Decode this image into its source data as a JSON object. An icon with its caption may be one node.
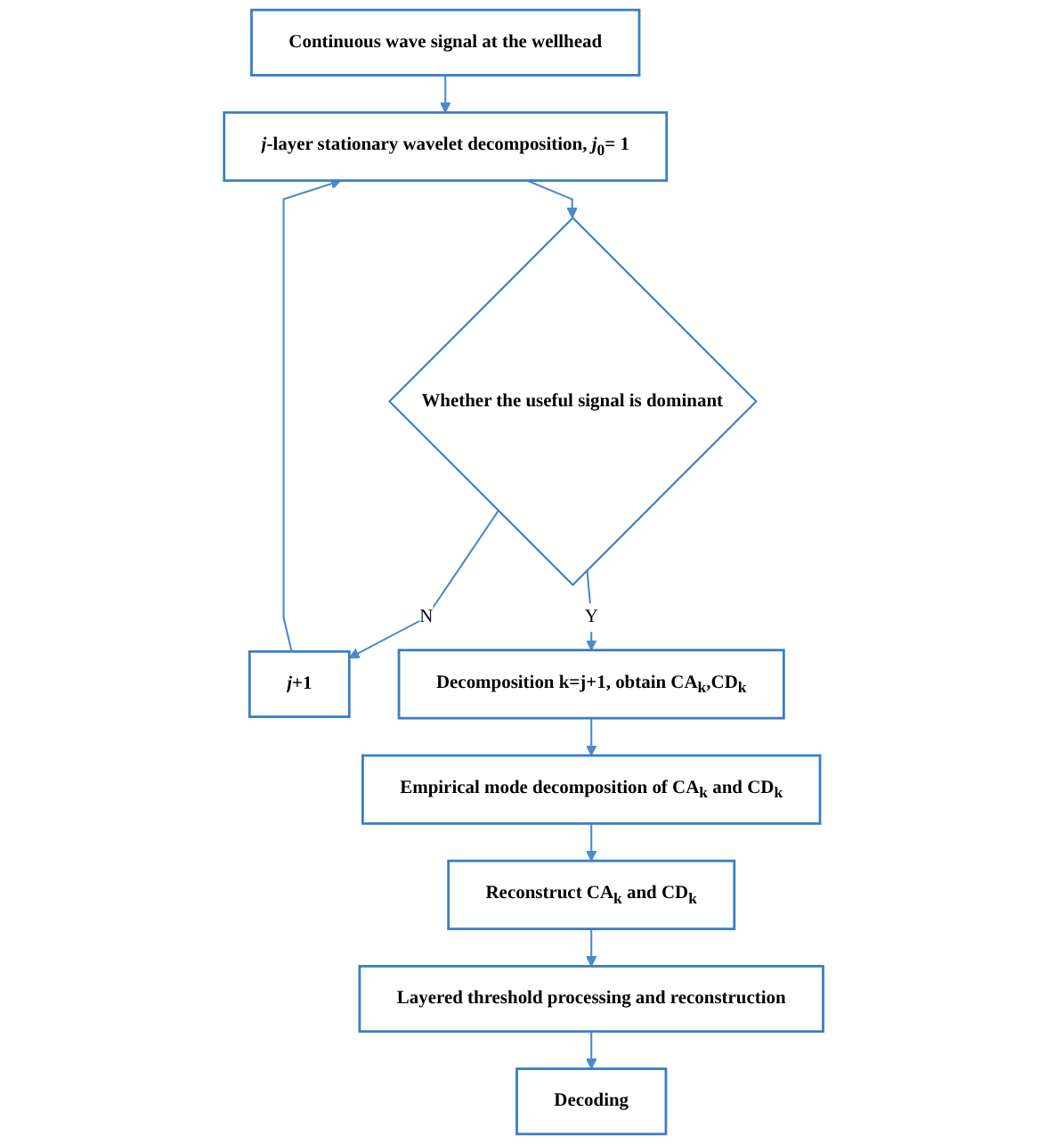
{
  "diagram": {
    "nodes": [
      {
        "text": [
          "Continuous wave signal at the wellhead"
        ]
      },
      {
        "text": [
          "*j*-layer stationary wavelet decomposition, *j*$_{0}$= 1"
        ]
      },
      {
        "text": [
          "Whether the useful signal is dominant"
        ]
      },
      {
        "text": [
          "*j*+1"
        ]
      },
      {
        "text": [
          "Decomposition k=j+1, obtain CA$_{k}$,CD$_{k}$"
        ]
      },
      {
        "text": [
          "Empirical mode decomposition of CA$_{k}$ and CD$_{k}$"
        ]
      },
      {
        "text": [
          "Reconstruct CA$_{k}$ and CD$_{k}$"
        ]
      },
      {
        "text": [
          "Layered threshold processing and reconstruction"
        ]
      },
      {
        "text": [
          "Decoding"
        ]
      }
    ],
    "edges": [
      {
        "from": 0,
        "to": 1,
        "arrow": "to"
      },
      {
        "from": 1,
        "to": 2,
        "arrow": "to"
      },
      {
        "from": 2,
        "to": 3,
        "arrow": "to",
        "label": "N"
      },
      {
        "from": 3,
        "to": 1,
        "arrow": "to"
      },
      {
        "from": 2,
        "to": 4,
        "arrow": "to",
        "label": "Y"
      },
      {
        "from": 4,
        "to": 5,
        "arrow": "to"
      },
      {
        "from": 5,
        "to": 6,
        "arrow": "to"
      },
      {
        "from": 6,
        "to": 7,
        "arrow": "to"
      },
      {
        "from": 7,
        "to": 8,
        "arrow": "to"
      }
    ]
  }
}
